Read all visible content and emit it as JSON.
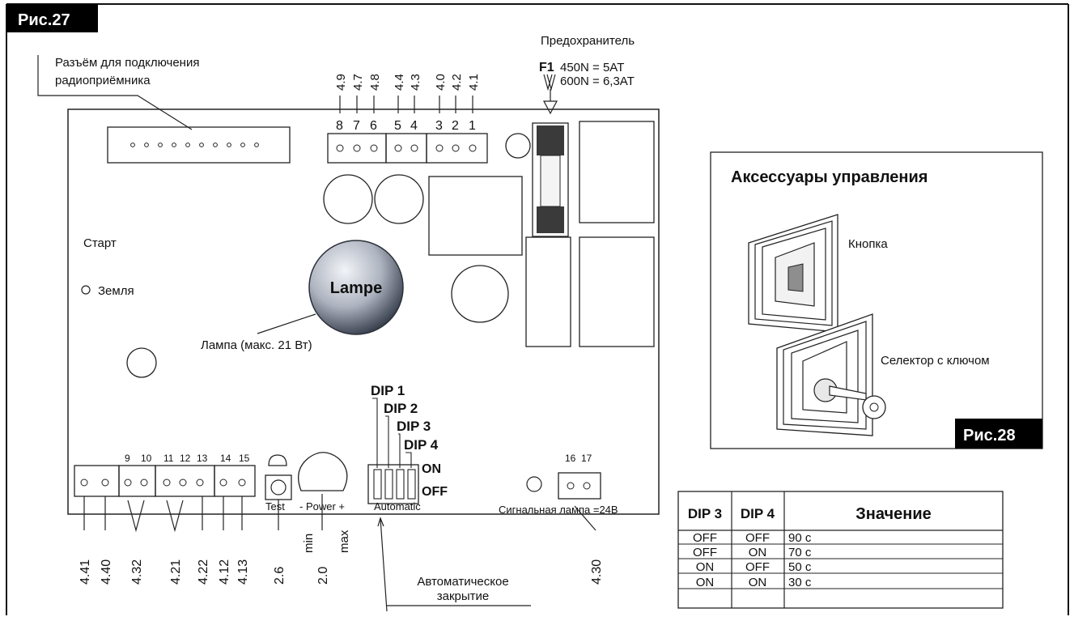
{
  "fig27": {
    "label": "Рис.27",
    "connector_label_line1": "Разъём для подключения",
    "connector_label_line2": "радиоприёмника",
    "fuse_title": "Предохранитель",
    "fuse_id": "F1",
    "fuse_rating_1": "450N = 5AT",
    "fuse_rating_2": "600N = 6,3AT",
    "top_terminal_codes": [
      "4.9",
      "4.7",
      "4.8",
      "4.4",
      "4.3",
      "4.0",
      "4.2",
      "4.1"
    ],
    "top_terminal_numbers": [
      "8",
      "7",
      "6",
      "5",
      "4",
      "3",
      "2",
      "1"
    ],
    "start_label": "Старт",
    "ground_label": "Земля",
    "lamp_text": "Lampe",
    "lamp_caption": "Лампа (макс. 21 Вт)",
    "dip_labels": [
      "DIP 1",
      "DIP 2",
      "DIP 3",
      "DIP 4"
    ],
    "on_label": "ON",
    "off_label": "OFF",
    "automatic_label": "Automatic",
    "bottom_terminal_numbers": [
      "9",
      "10",
      "11",
      "12",
      "13",
      "14",
      "15"
    ],
    "terminal_16_17": [
      "16",
      "17"
    ],
    "test_label": "Test",
    "power_label": "- Power +",
    "signal_lamp_label": "Сигнальная лампа =24В",
    "bottom_codes": [
      "4.41",
      "4.40",
      "4.32",
      "4.21",
      "4.22",
      "4.12",
      "4.13",
      "2.6",
      "2.0",
      "4.30"
    ],
    "min_label": "min",
    "max_label": "max",
    "auto_close_line1": "Автоматическое",
    "auto_close_line2": "закрытие"
  },
  "fig28": {
    "label": "Рис.28",
    "title": "Аксессуары управления",
    "button_label": "Кнопка",
    "key_selector_label": "Селектор с ключом"
  },
  "dip_table": {
    "headers": [
      "DIP 3",
      "DIP 4",
      "Значение"
    ],
    "rows": [
      [
        "OFF",
        "OFF",
        "90 с"
      ],
      [
        "OFF",
        "ON",
        "70 с"
      ],
      [
        "ON",
        "OFF",
        "50 с"
      ],
      [
        "ON",
        "ON",
        "30 с"
      ]
    ]
  },
  "colors": {
    "tab_bg": "#000000",
    "line": "#222222",
    "lamp_dark": "#3b4250",
    "lamp_light": "#f2f4f8"
  }
}
